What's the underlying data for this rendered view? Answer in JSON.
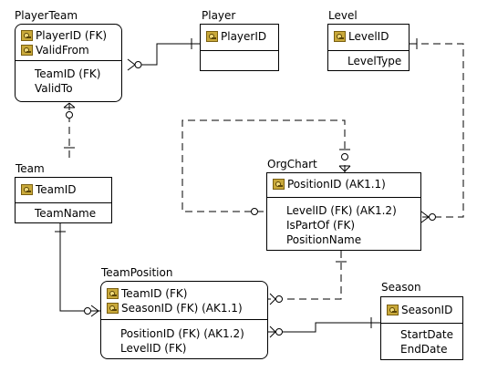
{
  "entities": {
    "player_team": {
      "title": "PlayerTeam",
      "keys": [
        "PlayerID (FK)",
        "ValidFrom"
      ],
      "attributes": [
        "TeamID (FK)",
        "ValidTo"
      ]
    },
    "player": {
      "title": "Player",
      "keys": [
        "PlayerID"
      ],
      "attributes": []
    },
    "level": {
      "title": "Level",
      "keys": [
        "LevelID"
      ],
      "attributes": [
        "LevelType"
      ]
    },
    "team": {
      "title": "Team",
      "keys": [
        "TeamID"
      ],
      "attributes": [
        "TeamName"
      ]
    },
    "org_chart": {
      "title": "OrgChart",
      "keys": [
        "PositionID (AK1.1)"
      ],
      "attributes": [
        "LevelID (FK) (AK1.2)",
        "IsPartOf (FK)",
        "PositionName"
      ]
    },
    "team_position": {
      "title": "TeamPosition",
      "keys": [
        "TeamID (FK)",
        "SeasonID (FK) (AK1.1)"
      ],
      "attributes": [
        "PositionID (FK) (AK1.2)",
        "LevelID (FK)"
      ]
    },
    "season": {
      "title": "Season",
      "keys": [
        "SeasonID"
      ],
      "attributes": [
        "StartDate",
        "EndDate"
      ]
    }
  }
}
